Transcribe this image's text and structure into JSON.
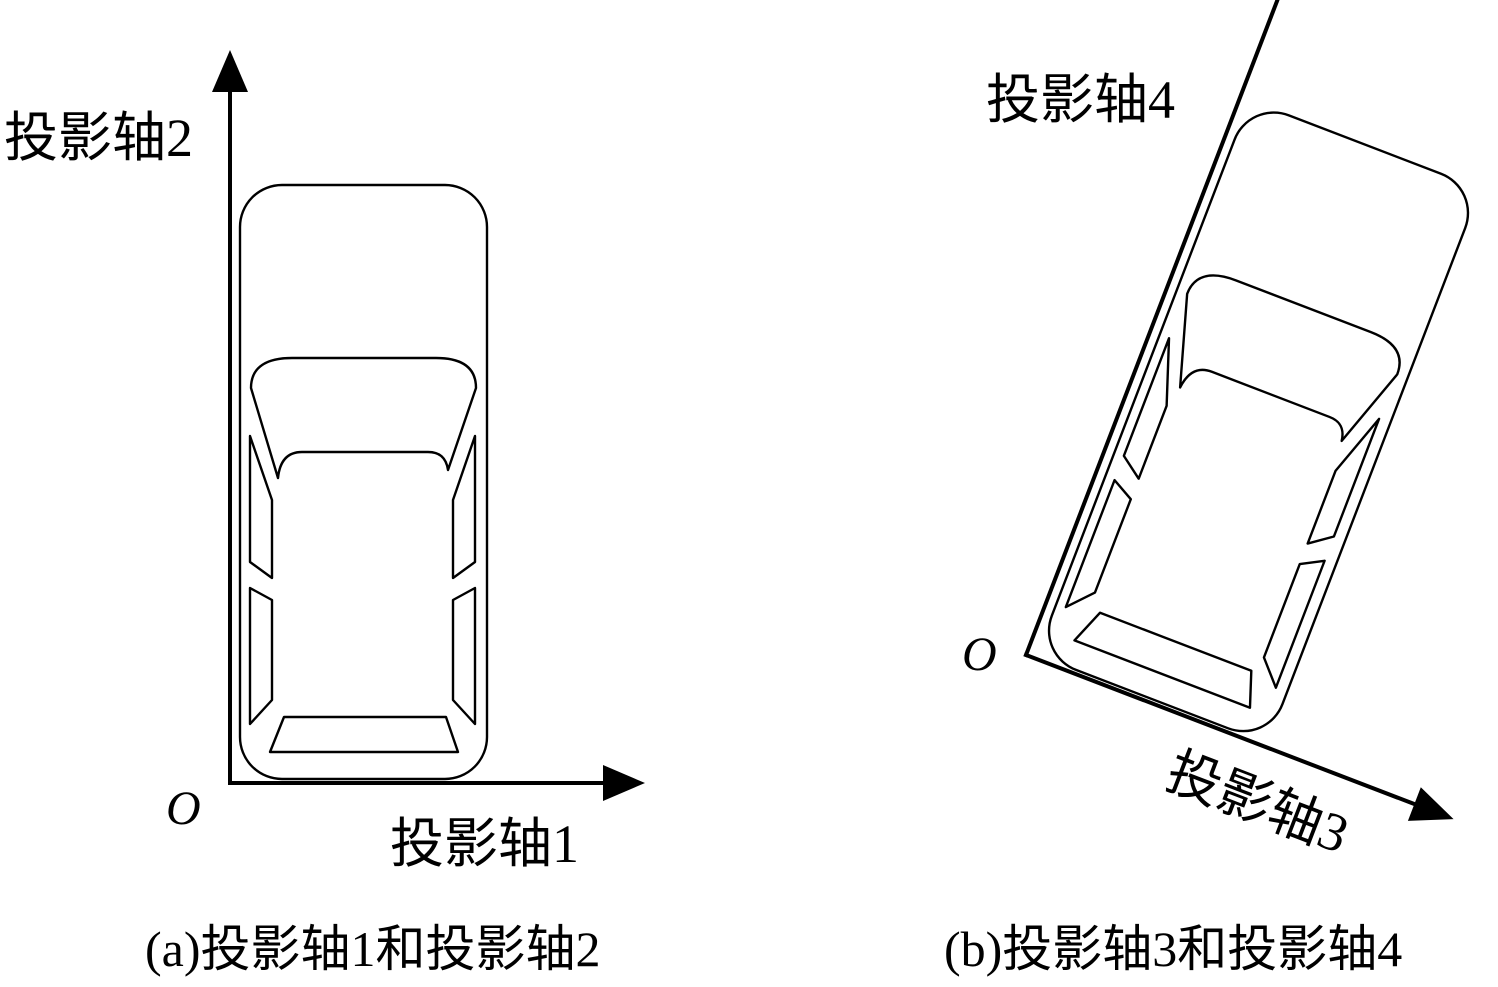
{
  "panel_a": {
    "axis_1_label": "投影轴1",
    "axis_2_label": "投影轴2",
    "origin_label": "O",
    "caption": "(a)投影轴1和投影轴2"
  },
  "panel_b": {
    "axis_3_label": "投影轴3",
    "axis_4_label": "投影轴4",
    "origin_label": "O",
    "caption": "(b)投影轴3和投影轴4",
    "rotation_deg": 21
  }
}
